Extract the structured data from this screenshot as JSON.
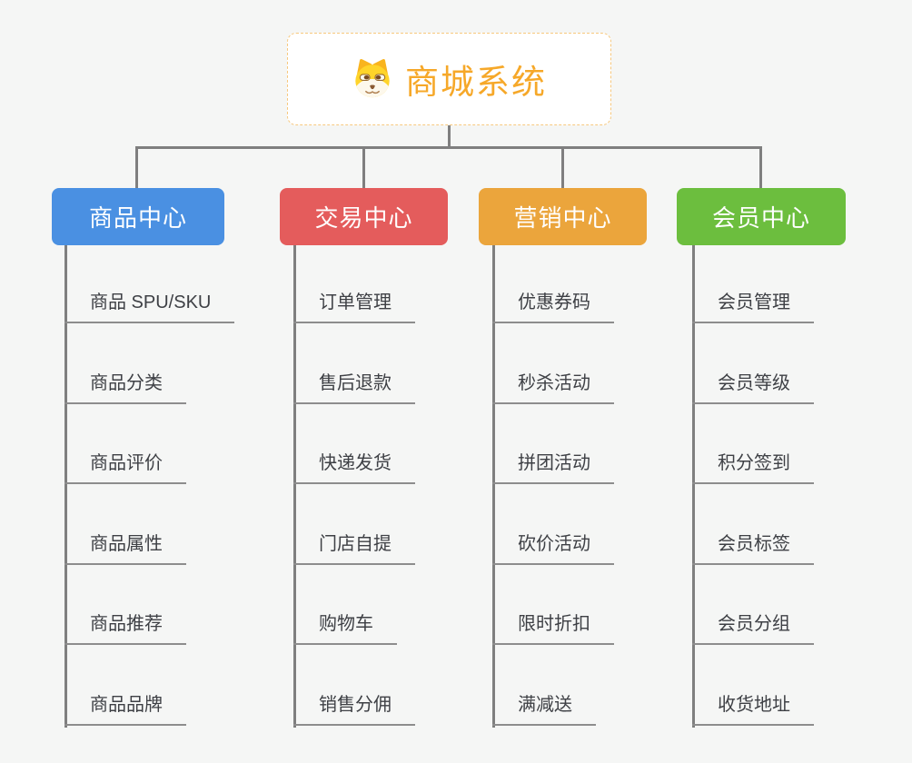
{
  "page": {
    "background": "#f5f6f5",
    "connector_color": "#7f7f7f"
  },
  "root": {
    "label": "商城系统",
    "icon": "dog-face-icon",
    "text_color": "#f6a829",
    "border_color": "#f7c87e"
  },
  "branches": [
    {
      "label": "商品中心",
      "color": "#4a90e2",
      "items": [
        "商品 SPU/SKU",
        "商品分类",
        "商品评价",
        "商品属性",
        "商品推荐",
        "商品品牌"
      ]
    },
    {
      "label": "交易中心",
      "color": "#e45c5c",
      "items": [
        "订单管理",
        "售后退款",
        "快递发货",
        "门店自提",
        "购物车",
        "销售分佣"
      ]
    },
    {
      "label": "营销中心",
      "color": "#eba53c",
      "items": [
        "优惠券码",
        "秒杀活动",
        "拼团活动",
        "砍价活动",
        "限时折扣",
        "满减送"
      ]
    },
    {
      "label": "会员中心",
      "color": "#6cbe3e",
      "items": [
        "会员管理",
        "会员等级",
        "积分签到",
        "会员标签",
        "会员分组",
        "收货地址"
      ]
    }
  ]
}
